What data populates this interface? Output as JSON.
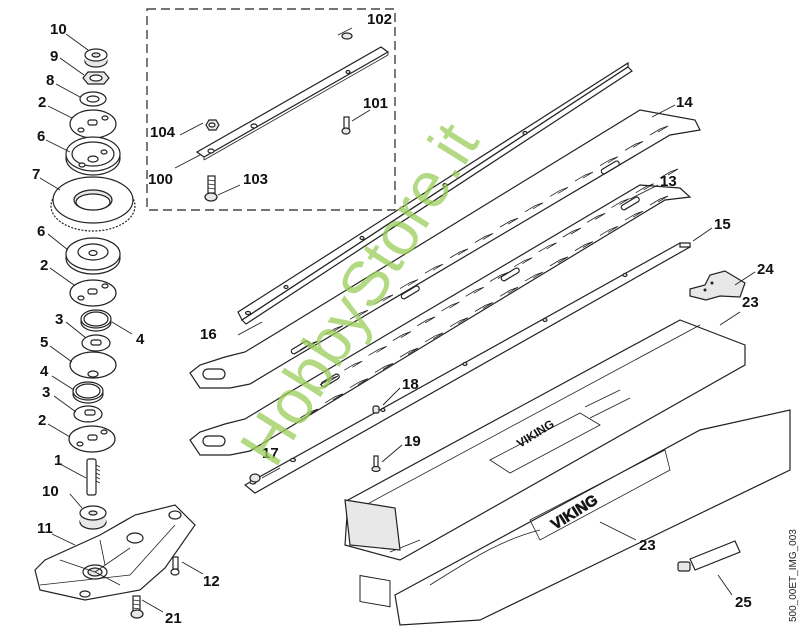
{
  "diagram": {
    "title": "Hedge trimmer cutting blade assembly - exploded parts view",
    "image_code": "500_00ET_IMG_003",
    "watermark": "HobbyStore.it",
    "brand_logo": "VIKING",
    "inset_box": {
      "style": "dashed",
      "labels": [
        "100",
        "101",
        "102",
        "103",
        "104"
      ]
    },
    "callouts": [
      {
        "id": "10",
        "part": "bearing (top)"
      },
      {
        "id": "9",
        "part": "nut"
      },
      {
        "id": "8",
        "part": "washer"
      },
      {
        "id": "2",
        "part": "plate (top)"
      },
      {
        "id": "6",
        "part": "eccentric disc (top)"
      },
      {
        "id": "7",
        "part": "gear"
      },
      {
        "id": "6",
        "part": "eccentric disc (bottom)"
      },
      {
        "id": "2",
        "part": "plate (middle)"
      },
      {
        "id": "3",
        "part": "slider (upper)"
      },
      {
        "id": "4",
        "part": "ring (upper)"
      },
      {
        "id": "5",
        "part": "dome washer"
      },
      {
        "id": "4",
        "part": "ring (lower)"
      },
      {
        "id": "3",
        "part": "slider (lower)"
      },
      {
        "id": "2",
        "part": "plate (bottom)"
      },
      {
        "id": "1",
        "part": "pin"
      },
      {
        "id": "10",
        "part": "bearing (bottom)"
      },
      {
        "id": "11",
        "part": "gear housing"
      },
      {
        "id": "12",
        "part": "screw"
      },
      {
        "id": "21",
        "part": "screw"
      },
      {
        "id": "14",
        "part": "upper blade"
      },
      {
        "id": "13",
        "part": "lower blade"
      },
      {
        "id": "16",
        "part": "guide rail"
      },
      {
        "id": "15",
        "part": "support bar"
      },
      {
        "id": "24",
        "part": "end piece"
      },
      {
        "id": "23",
        "part": "blade cover"
      },
      {
        "id": "23",
        "part": "blade guard"
      },
      {
        "id": "18",
        "part": "spacer"
      },
      {
        "id": "17",
        "part": "spacer"
      },
      {
        "id": "19",
        "part": "screw"
      },
      {
        "id": "25",
        "part": "grease tube"
      },
      {
        "id": "100",
        "part": "bar"
      },
      {
        "id": "101",
        "part": "screw"
      },
      {
        "id": "102",
        "part": "washer"
      },
      {
        "id": "103",
        "part": "bolt"
      },
      {
        "id": "104",
        "part": "nut"
      }
    ]
  }
}
